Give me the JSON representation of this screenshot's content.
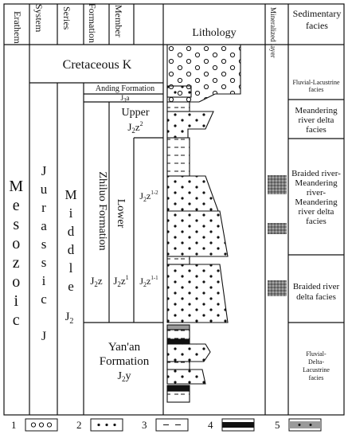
{
  "headers": {
    "erathem": "Erathem",
    "system": "System",
    "series": "Series",
    "formation": "Formation",
    "member": "Member",
    "lithology": "Lithology",
    "mineralized": "Mineralized layer",
    "facies": "Sedimentary facies"
  },
  "units": {
    "erathem": "Mesozoic",
    "system_name": "Jurassic",
    "system_code": "J",
    "series_name": "Middle",
    "series_code_base": "J",
    "series_code_sub": "2",
    "cretaceous": "Cretaceous K",
    "anding_name": "Anding Formation",
    "anding_code_base": "J",
    "anding_code_sub": "3",
    "anding_code_tail": "a",
    "zhiluo_name": "Zhiluo Formation",
    "zhiluo_code_base": "J",
    "zhiluo_code_sub": "2",
    "zhiluo_code_tail": "z",
    "upper_name": "Upper",
    "upper_code_base": "J",
    "upper_code_sub": "2",
    "upper_code_tail": "z",
    "upper_code_sup": "2",
    "lower_name": "Lower",
    "lower_code_base": "J",
    "lower_code_sub": "2",
    "lower_code_tail": "z",
    "lower_code_sup": "1",
    "lower12_base": "J",
    "lower12_sub": "2",
    "lower12_tail": "z",
    "lower12_sup": "1-2",
    "lower11_base": "J",
    "lower11_sub": "2",
    "lower11_tail": "z",
    "lower11_sup": "1-1",
    "yanan_line1": "Yan'an",
    "yanan_line2": "Formation",
    "yanan_code_base": "J",
    "yanan_code_sub": "2",
    "yanan_code_tail": "y"
  },
  "facies": {
    "f1": [
      "Fluvial-Lacustrine",
      "facies"
    ],
    "f2": [
      "Meandering",
      "river delta",
      "facies"
    ],
    "f3": [
      "Braided river-",
      "Meandering",
      "river-",
      "Meandering",
      "river delta",
      "facies"
    ],
    "f4": [
      "Braided river",
      "delta facies"
    ],
    "f5": [
      "Fluvial-",
      "Delta-",
      "Lacustrine",
      "facies"
    ]
  },
  "legend": [
    {
      "number": "1",
      "pattern": "circles"
    },
    {
      "number": "2",
      "pattern": "dots"
    },
    {
      "number": "3",
      "pattern": "dashes"
    },
    {
      "number": "4",
      "pattern": "coal"
    },
    {
      "number": "5",
      "pattern": "mineralized"
    }
  ]
}
